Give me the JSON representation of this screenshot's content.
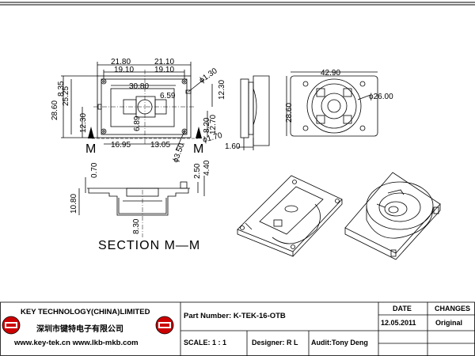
{
  "drawing": {
    "section_label": "SECTION M—M",
    "section_marks": [
      "M",
      "M"
    ],
    "front_view_dims": {
      "top_left_width": "21.80",
      "top_right_width": "21.10",
      "inner_left": "19.10",
      "inner_right": "19.10",
      "center_width": "30.80",
      "hole_dia": "ϕ1.30",
      "right_height": "12.30",
      "left_height_outer": "28.60",
      "left_height_inner": "25.25",
      "left_small": "8.35",
      "left_height_mid": "12.30",
      "inner_small": "6.59",
      "center_v": "6.89",
      "bottom_left": "16.95",
      "bottom_right": "13.05",
      "corner_hole": "ϕ3.50",
      "right_small": "ϕ1.70",
      "right_mid": "12.70",
      "right_mid2": "8.20"
    },
    "side_view_dims": {
      "bottom": "1.60"
    },
    "right_view_dims": {
      "width": "42.90",
      "height": "28.60",
      "diameter": "ϕ26.00"
    },
    "section_dims": {
      "top_left": "0.70",
      "left_height": "10.80",
      "center_height": "8.30",
      "right_a": "2.50",
      "right_b": "4.40"
    }
  },
  "title_block": {
    "company_name": "KEY TECHNOLOGY(CHINA)LIMITED",
    "company_chinese": "深圳市键特电子有限公司",
    "websites": "www.key-tek.cn   www.lkb-mkb.com",
    "part_number_label": "Part Number: K-TEK-16-OTB",
    "scale_label": "SCALE:  1 : 1",
    "designer_label": "Designer: R L",
    "audit_label": "Audit:Tony Deng",
    "date_header": "DATE",
    "changes_header": "CHANGES",
    "date_value": "12.05.2011",
    "changes_value": "Original"
  }
}
